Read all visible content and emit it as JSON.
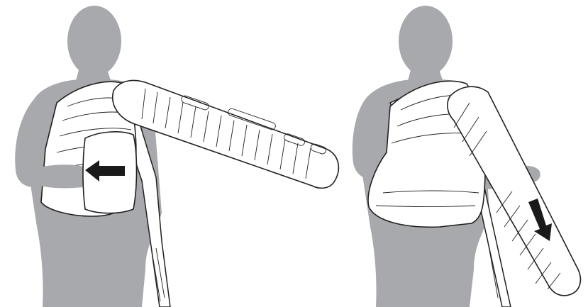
{
  "figure": {
    "panels": [
      {
        "id": "step-1",
        "arrow_direction": "left"
      },
      {
        "id": "step-2",
        "arrow_direction": "down"
      }
    ],
    "colors": {
      "silhouette": "#a7a9ac",
      "outline": "#231f20",
      "arrow": "#1a1a1a",
      "background": "#ffffff"
    }
  }
}
